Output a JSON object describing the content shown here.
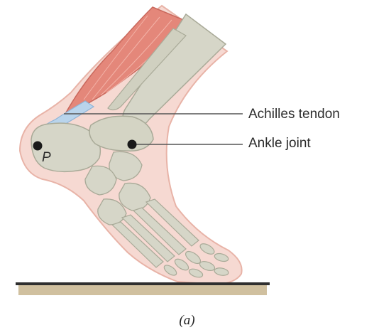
{
  "labels": {
    "achilles_tendon": "Achilles tendon",
    "ankle_joint": "Ankle joint",
    "point_p": "P"
  },
  "caption": "(a)",
  "colors": {
    "skin": "#f6d9d2",
    "skin_outline": "#e8b3a7",
    "muscle": "#e4877a",
    "tendon": "#b9d4ec",
    "bone": "#d6d6c8",
    "bone_outline": "#a9aa98",
    "ground": "#c8b58e",
    "leader_line": "#555555",
    "dot": "#1a1a1a"
  }
}
